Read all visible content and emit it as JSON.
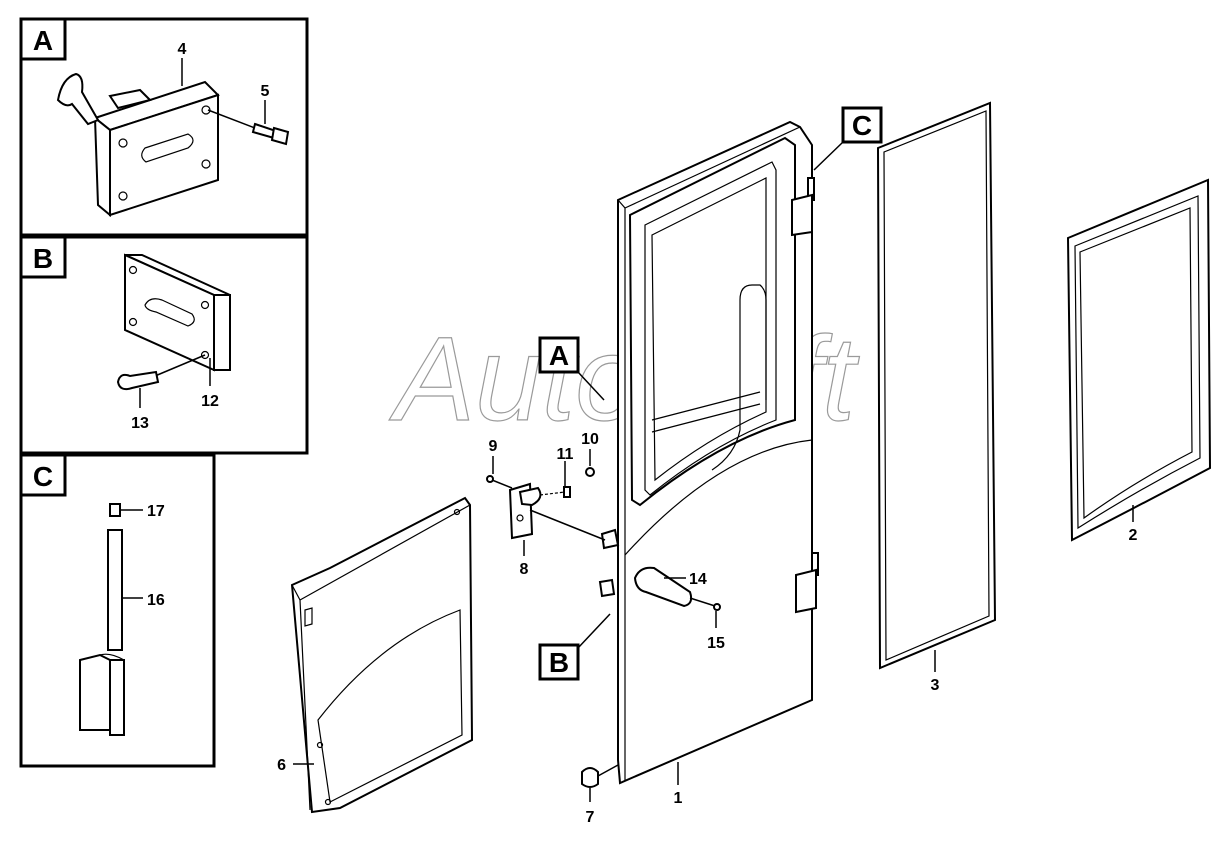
{
  "watermark": "AutoSoft",
  "insets": [
    {
      "letter": "A",
      "callouts": [
        "4",
        "5"
      ]
    },
    {
      "letter": "B",
      "callouts": [
        "13",
        "12"
      ]
    },
    {
      "letter": "C",
      "callouts": [
        "17",
        "16"
      ]
    }
  ],
  "main_tags": {
    "A": "A",
    "B": "B",
    "C": "C"
  },
  "callouts": {
    "p1": "1",
    "p2": "2",
    "p3": "3",
    "p6": "6",
    "p7": "7",
    "p8": "8",
    "p9": "9",
    "p10": "10",
    "p11": "11",
    "p14": "14",
    "p15": "15"
  }
}
